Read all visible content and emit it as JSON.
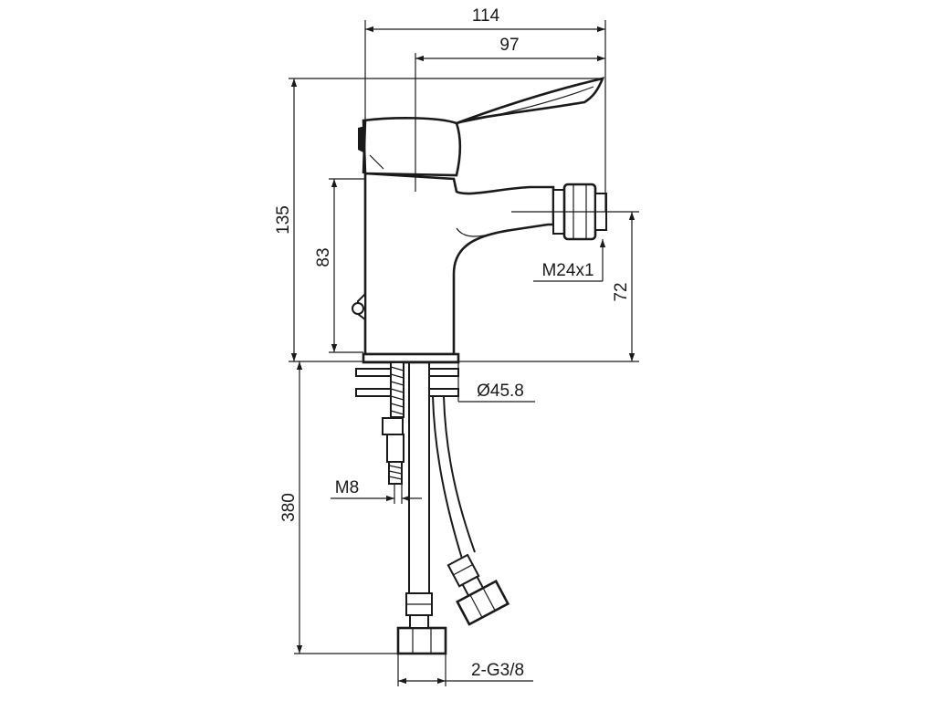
{
  "dimensions": {
    "overall_width": "114",
    "spout_reach": "97",
    "overall_height": "135",
    "body_height": "83",
    "outlet_height": "72",
    "outlet_thread": "M24x1",
    "base_diameter": "Ø45.8",
    "stud_thread": "M8",
    "hose_length": "380",
    "hose_connection": "2-G3/8"
  },
  "colors": {
    "line": "#1a1a1a",
    "background": "#ffffff"
  }
}
